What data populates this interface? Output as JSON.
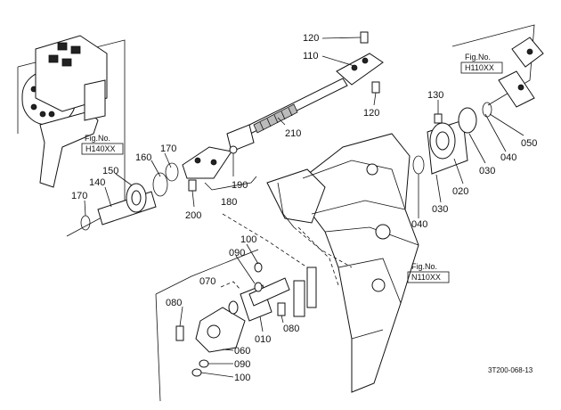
{
  "drawing_code": "3T200-068-13",
  "fig_refs": [
    {
      "id": "h140",
      "prefix": "Fig.No.",
      "ref": "H140XX"
    },
    {
      "id": "h110",
      "prefix": "Fig.No.",
      "ref": "H110XX"
    },
    {
      "id": "n110",
      "prefix": "Fig.No.",
      "ref": "N110XX"
    }
  ],
  "callouts": [
    {
      "id": "c120a",
      "text": "120"
    },
    {
      "id": "c110",
      "text": "110"
    },
    {
      "id": "c120b",
      "text": "120"
    },
    {
      "id": "c130",
      "text": "130"
    },
    {
      "id": "c210",
      "text": "210"
    },
    {
      "id": "c170a",
      "text": "170"
    },
    {
      "id": "c160",
      "text": "160"
    },
    {
      "id": "c150",
      "text": "150"
    },
    {
      "id": "c140",
      "text": "140"
    },
    {
      "id": "c170b",
      "text": "170"
    },
    {
      "id": "c190",
      "text": "190"
    },
    {
      "id": "c180",
      "text": "180"
    },
    {
      "id": "c200",
      "text": "200"
    },
    {
      "id": "c050",
      "text": "050"
    },
    {
      "id": "c040a",
      "text": "040"
    },
    {
      "id": "c030a",
      "text": "030"
    },
    {
      "id": "c020",
      "text": "020"
    },
    {
      "id": "c030b",
      "text": "030"
    },
    {
      "id": "c040b",
      "text": "040"
    },
    {
      "id": "c100a",
      "text": "100"
    },
    {
      "id": "c090a",
      "text": "090"
    },
    {
      "id": "c070",
      "text": "070"
    },
    {
      "id": "c080a",
      "text": "080"
    },
    {
      "id": "c010",
      "text": "010"
    },
    {
      "id": "c080b",
      "text": "080"
    },
    {
      "id": "c060",
      "text": "060"
    },
    {
      "id": "c090b",
      "text": "090"
    },
    {
      "id": "c100b",
      "text": "100"
    }
  ]
}
